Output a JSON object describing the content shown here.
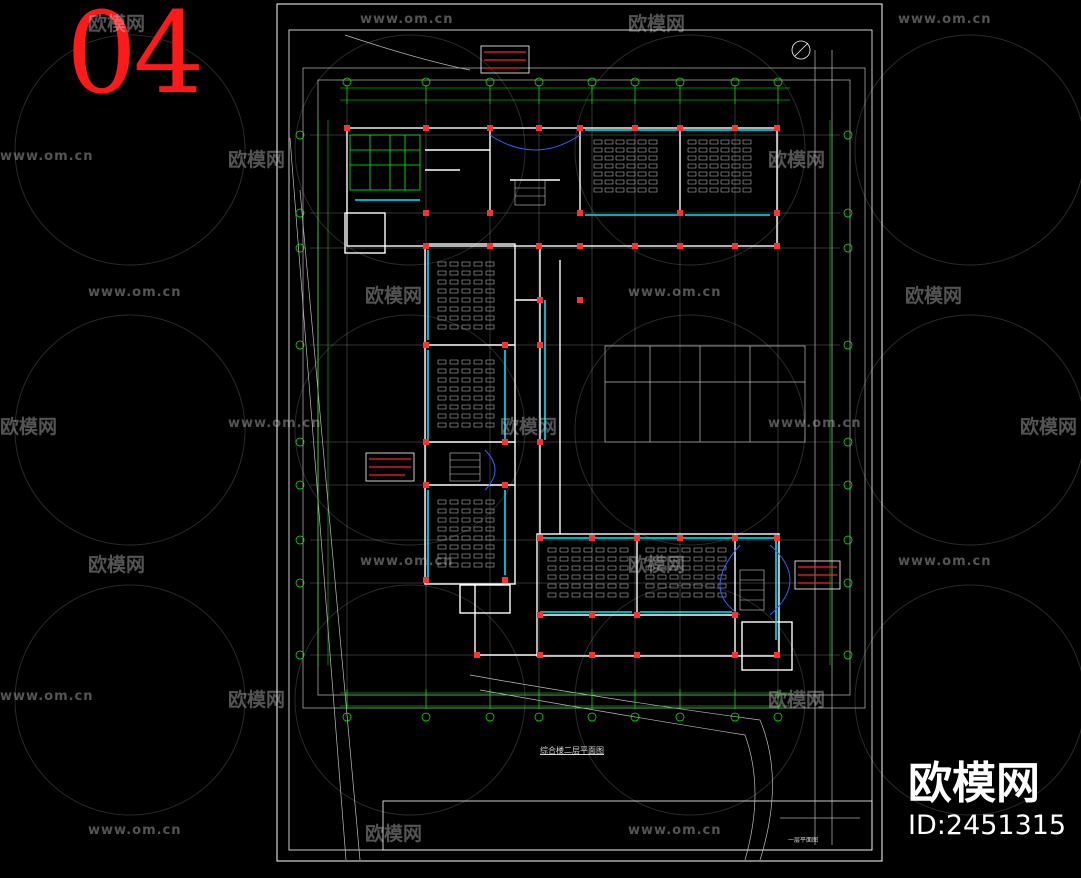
{
  "page_number": "04",
  "brand": "欧模网",
  "asset_id": "ID:2451315",
  "watermark": {
    "url": "www.om.cn",
    "name": "欧模网"
  },
  "drawing": {
    "title": "综合楼二层平面图",
    "titleblock_label": "一层平面图"
  },
  "colors": {
    "background": "#000000",
    "page_number": "#ff1a1a",
    "frame": "#ffffff",
    "axis": "#00ff00",
    "wall": "#ffffff",
    "column": "#ff3030",
    "window": "#00e5ff",
    "furniture": "#d0d0d0",
    "annotation": "#ff2020"
  }
}
